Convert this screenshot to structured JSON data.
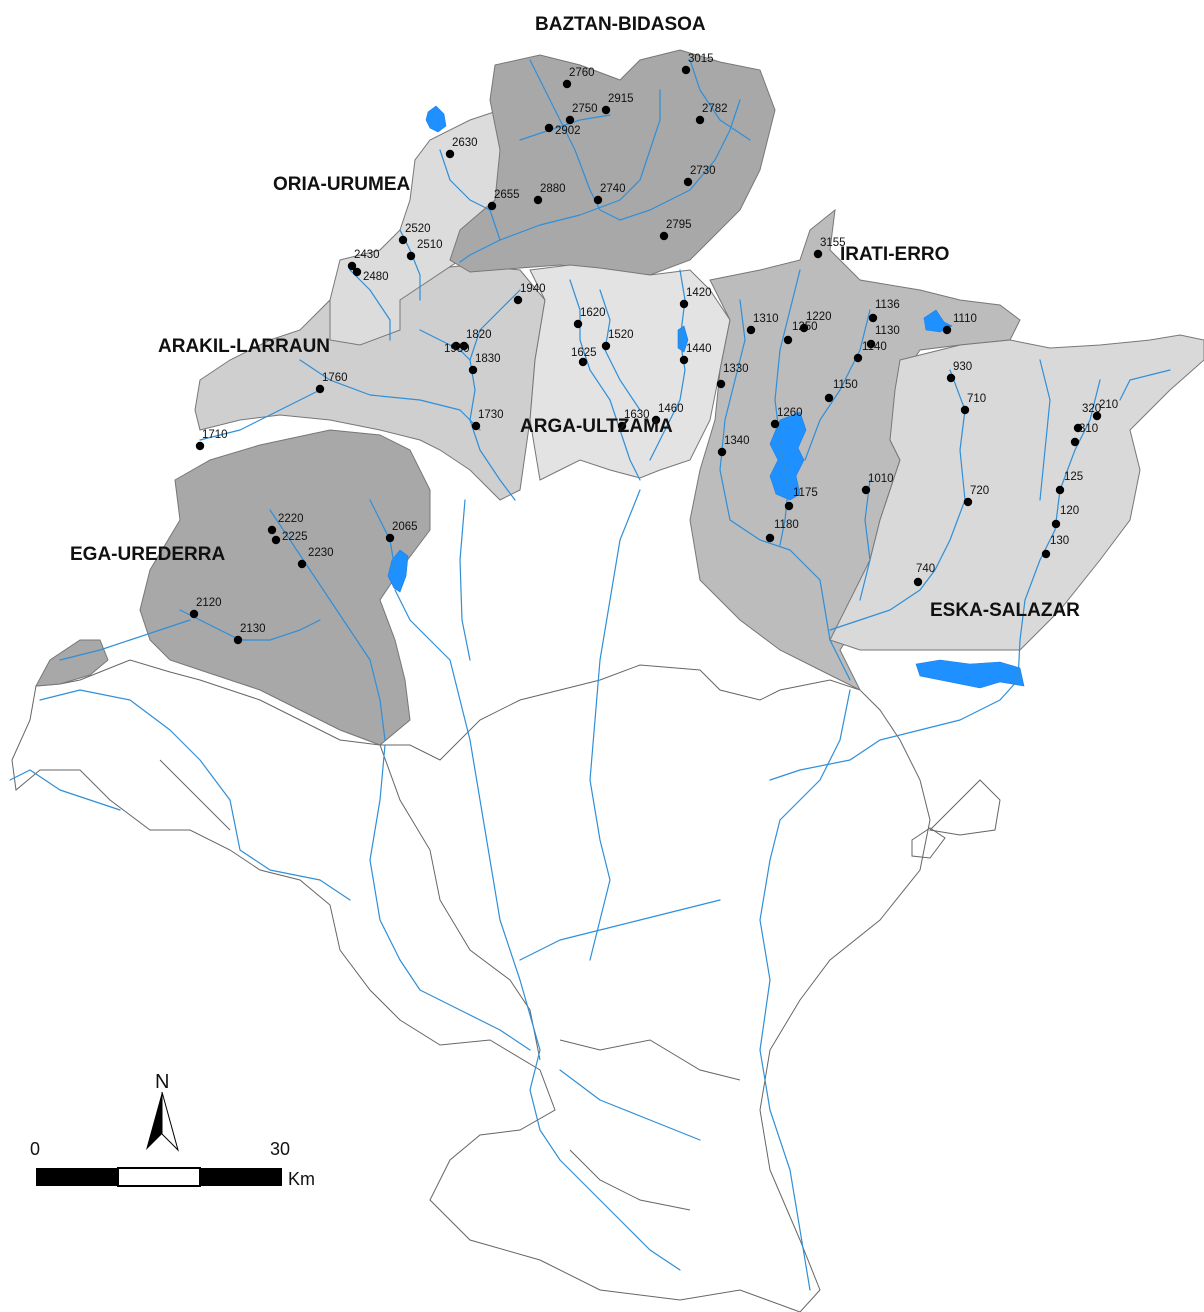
{
  "regions": [
    {
      "name": "BAZTAN-BIDASOA",
      "color": "#a8a8a8"
    },
    {
      "name": "ORIA-URUMEA",
      "color": "#dcdcdc"
    },
    {
      "name": "IRATI-ERRO",
      "color": "#bcbcbc"
    },
    {
      "name": "ARAKIL-LARRAUN",
      "color": "#cfcfcf"
    },
    {
      "name": "ARGA-ULTZAMA",
      "color": "#e3e3e3"
    },
    {
      "name": "EGA-UREDERRA",
      "color": "#a8a8a8"
    },
    {
      "name": "ESKA-SALAZAR",
      "color": "#d9d9d9"
    }
  ],
  "stations": [
    "3015",
    "2760",
    "2915",
    "2750",
    "2902",
    "2782",
    "2630",
    "2880",
    "2740",
    "2730",
    "2655",
    "2795",
    "2520",
    "2510",
    "2430",
    "2480",
    "3155",
    "1940",
    "1420",
    "1620",
    "1520",
    "1625",
    "1440",
    "1820",
    "1930",
    "1830",
    "1760",
    "1730",
    "1710",
    "1630",
    "1460",
    "1310",
    "1220",
    "1250",
    "1136",
    "1130",
    "1110",
    "1140",
    "1330",
    "1150",
    "1260",
    "1340",
    "1175",
    "1180",
    "1010",
    "930",
    "710",
    "720",
    "740",
    "210",
    "320",
    "310",
    "125",
    "120",
    "130",
    "2220",
    "2225",
    "2230",
    "2065",
    "2120",
    "2130"
  ],
  "scale_bar": {
    "start": "0",
    "end": "30",
    "unit": "Km"
  },
  "north_arrow": {
    "label": "N"
  },
  "colors": {
    "river": "#2f8fd8",
    "lake": "#1e90ff",
    "station": "#000000"
  }
}
